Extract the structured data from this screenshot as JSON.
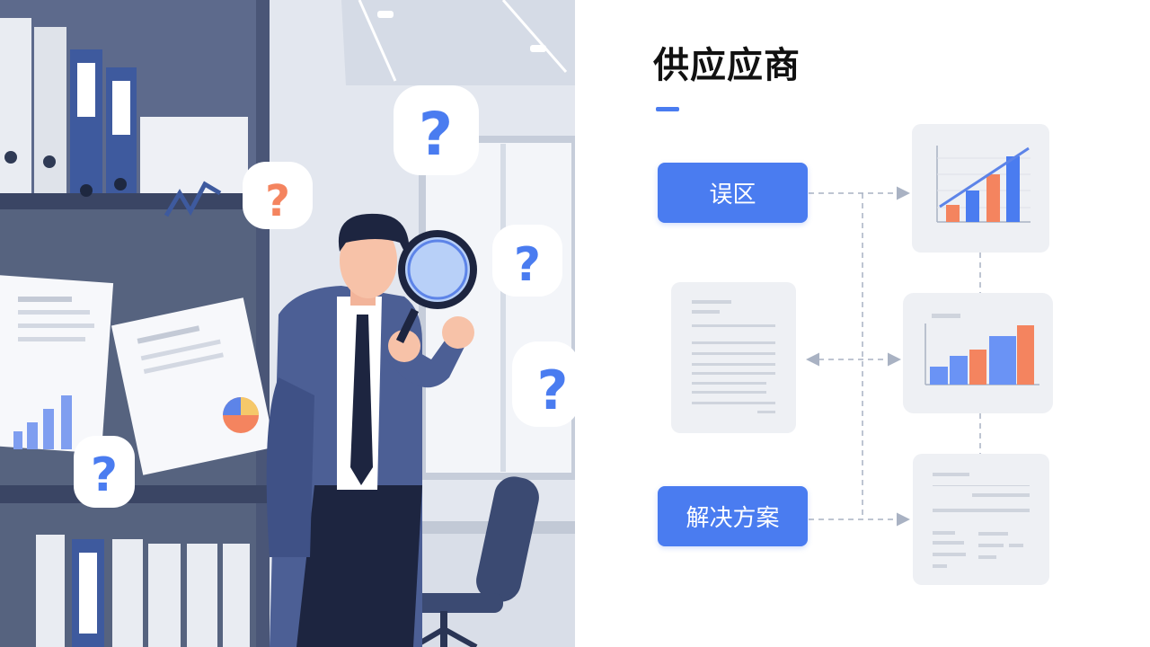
{
  "slide": {
    "title": "供应应商",
    "accent_color": "#4a7cf0"
  },
  "diagram": {
    "buttons": [
      {
        "label": "误区"
      },
      {
        "label": "解决方案"
      }
    ],
    "cards": [
      "rising-bar-chart-card",
      "document-card",
      "bar-chart-card",
      "report-card"
    ],
    "colors": {
      "blue": "#4a7cf0",
      "light_blue": "#6a93f5",
      "orange": "#f4845f",
      "card_bg": "#eef0f4",
      "connector": "#a9b2c3"
    }
  },
  "illustration": {
    "question_mark": "?",
    "icons": [
      "man-with-magnifying-glass",
      "question-bubble",
      "binder-shelf",
      "document-with-chart",
      "office-chair"
    ]
  }
}
